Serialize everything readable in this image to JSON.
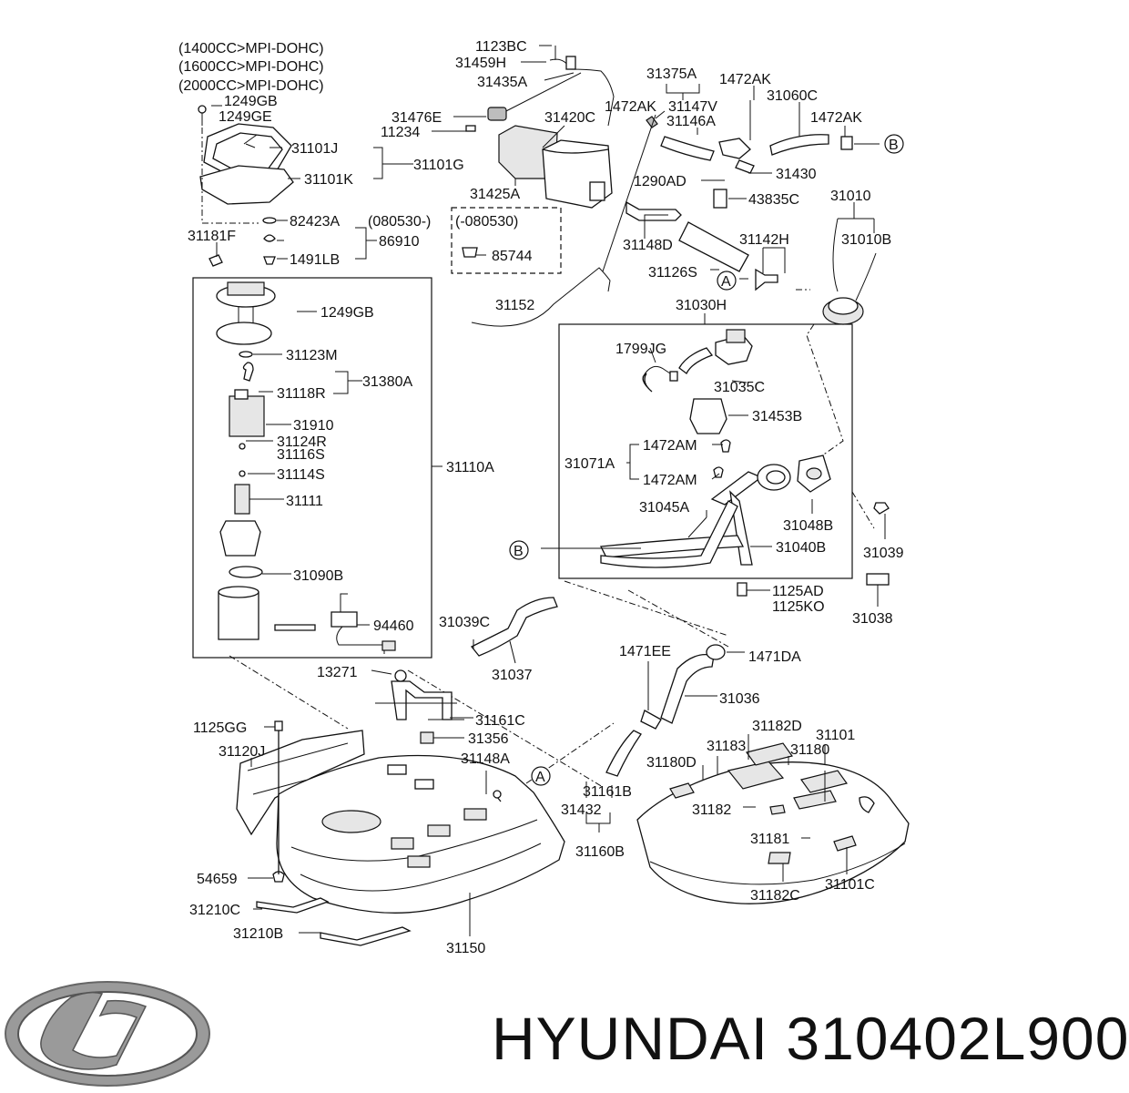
{
  "footer": {
    "brand": "HYUNDAI",
    "part_number": "310402L900"
  },
  "labels": {
    "engine_1": "(1400CC>MPI-DOHC)",
    "engine_2": "(1600CC>MPI-DOHC)",
    "engine_3": "(2000CC>MPI-DOHC)",
    "p1249GB_a": "1249GB",
    "p1249GE": "1249GE",
    "p31101J": "31101J",
    "p31101K": "31101K",
    "p31101G": "31101G",
    "p82423A": "82423A",
    "date_after": "(080530-)",
    "date_before": "(-080530)",
    "p86910": "86910",
    "p1491LB": "1491LB",
    "p85744": "85744",
    "p31181F": "31181F",
    "p1249GB_b": "1249GB",
    "p31123M": "31123M",
    "p31118R": "31118R",
    "p31380A": "31380A",
    "p31910": "31910",
    "p31124R": "31124R",
    "p31116S": "31116S",
    "p31114S": "31114S",
    "p31111": "31111",
    "p31110A": "31110A",
    "p31090B": "31090B",
    "p94460": "94460",
    "p1123BC": "1123BC",
    "p31459H": "31459H",
    "p31435A": "31435A",
    "p31476E": "31476E",
    "p11234": "11234",
    "p31420C": "31420C",
    "p31425A": "31425A",
    "p31375A": "31375A",
    "p1472AK_a": "1472AK",
    "p1472AK_b": "1472AK",
    "p31147V": "31147V",
    "p31146A": "31146A",
    "p31060C": "31060C",
    "p1472AK_c": "1472AK",
    "p31430": "31430",
    "p1290AD": "1290AD",
    "p43835C": "43835C",
    "p31148D": "31148D",
    "p31142H": "31142H",
    "p31126S": "31126S",
    "p31152": "31152",
    "p31030H": "31030H",
    "p31010": "31010",
    "p31010B": "31010B",
    "p1799JG": "1799JG",
    "p31035C": "31035C",
    "p31453B": "31453B",
    "p1472AM_a": "1472AM",
    "p1472AM_b": "1472AM",
    "p31071A": "31071A",
    "p31045A": "31045A",
    "p31048B": "31048B",
    "p31040B": "31040B",
    "p31039": "31039",
    "p1125AD": "1125AD",
    "p1125KO": "1125KO",
    "p31038": "31038",
    "p31039C": "31039C",
    "p31037": "31037",
    "p1471EE": "1471EE",
    "p1471DA": "1471DA",
    "p31036": "31036",
    "p13271": "13271",
    "p31161C": "31161C",
    "p1125GG": "1125GG",
    "p31120J": "31120J",
    "p31356": "31356",
    "p31148A": "31148A",
    "p31182D": "31182D",
    "p31101": "31101",
    "p31183": "31183",
    "p31180": "31180",
    "p31180D": "31180D",
    "p31161B": "31161B",
    "p31432": "31432",
    "p31182": "31182",
    "p31181": "31181",
    "p31160B": "31160B",
    "p54659": "54659",
    "p31210C": "31210C",
    "p31210B": "31210B",
    "p31150": "31150",
    "p31182C": "31182C",
    "p31101C": "31101C",
    "ref_A": "A",
    "ref_B": "B"
  }
}
